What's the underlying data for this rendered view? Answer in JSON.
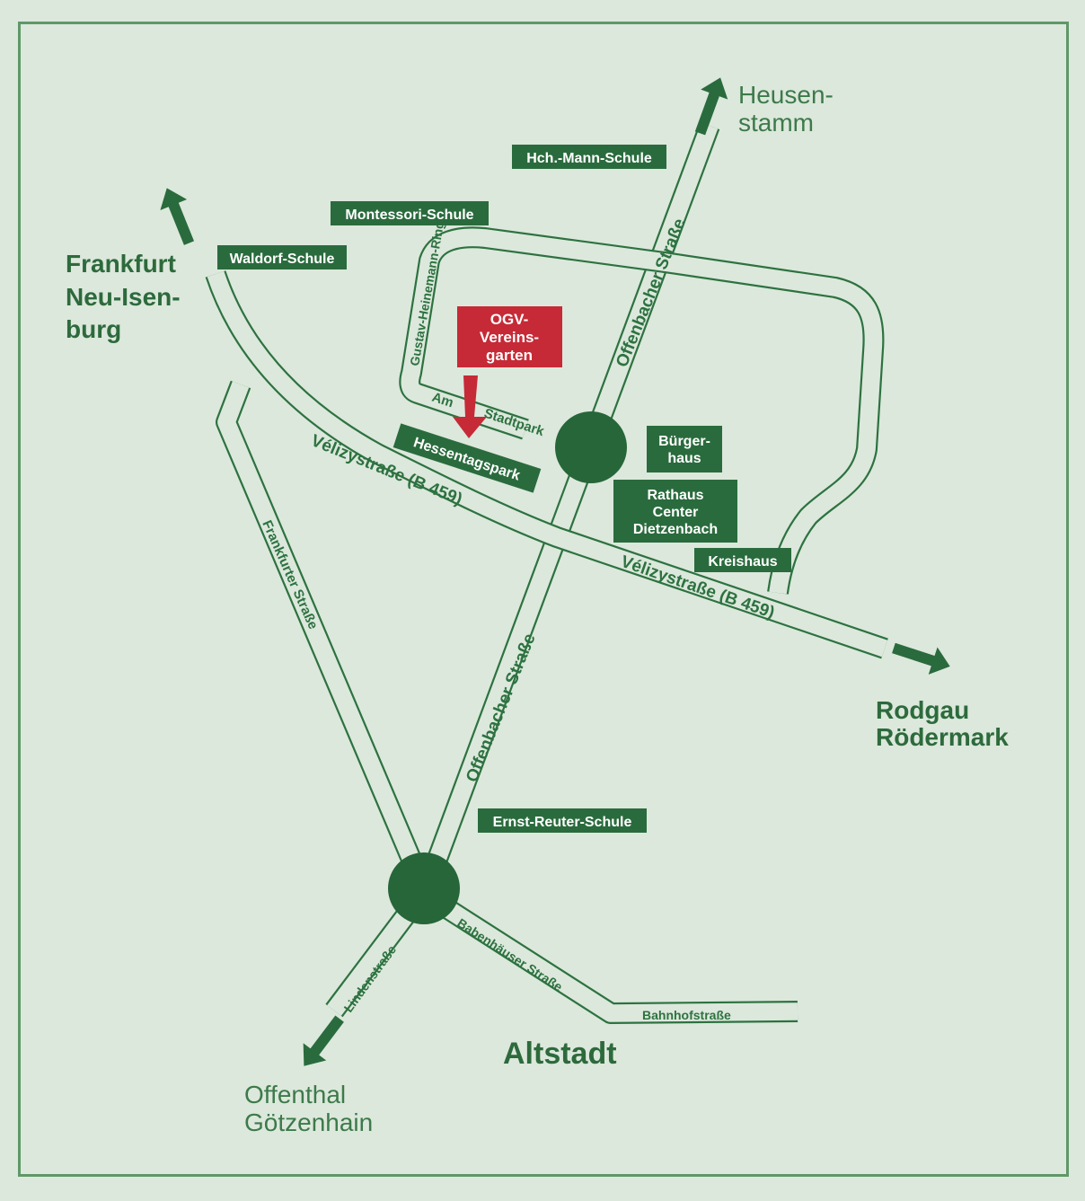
{
  "map": {
    "destinations": {
      "frankfurt": [
        "Frankfurt",
        "Neu-Isen-",
        "burg"
      ],
      "heusenstamm": [
        "Heusen-",
        "stamm"
      ],
      "rodgau": [
        "Rodgau",
        "Rödermark"
      ],
      "offenthal": [
        "Offenthal",
        "Götzenhain"
      ]
    },
    "district": "Altstadt",
    "streets": {
      "offenbacher_north": "Offenbacher Straße",
      "offenbacher_south": "Offenbacher Straße",
      "velizy_west": "Vélizystraße (B 459)",
      "velizy_east": "Vélizystraße (B 459)",
      "frankfurter": "Frankfurter Straße",
      "heinemann_ring": "Gustav-Heinemann-Ring",
      "am": "Am",
      "stadtpark": "Stadtpark",
      "linden": "Lindenstraße",
      "babenhaeuser": "Babenhäuser Straße",
      "bahnhof": "Bahnhofstraße"
    },
    "labels": {
      "hch_mann": "Hch.-Mann-Schule",
      "montessori": "Montessori-Schule",
      "waldorf": "Waldorf-Schule",
      "hessentagspark": "Hessentagspark",
      "buergerhaus": [
        "Bürger-",
        "haus"
      ],
      "rathaus": [
        "Rathaus",
        "Center",
        "Dietzenbach"
      ],
      "kreishaus": "Kreishaus",
      "ernst_reuter": "Ernst-Reuter-Schule"
    },
    "target": {
      "lines": [
        "OGV-",
        "Vereins-",
        "garten"
      ]
    },
    "colors": {
      "background": "#dce8dc",
      "road": "#2d7240",
      "label": "#2a6b3d",
      "target": "#c62a36"
    }
  }
}
